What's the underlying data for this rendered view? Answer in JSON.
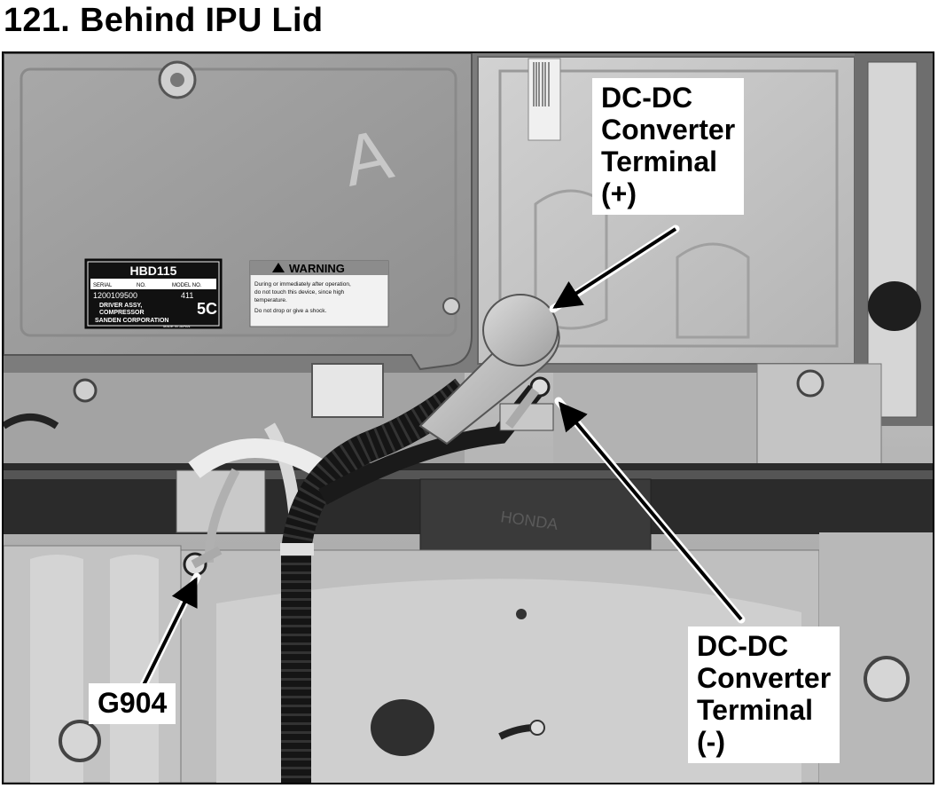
{
  "title": "121. Behind IPU Lid",
  "callouts": {
    "positive": [
      "DC-DC",
      "Converter",
      "Terminal",
      "(+)"
    ],
    "negative": [
      "DC-DC",
      "Converter",
      "Terminal",
      "(-)"
    ],
    "ground": [
      "G904"
    ]
  },
  "labels": {
    "hbd": {
      "model": "HBD115",
      "serial_caption": "SERIAL",
      "no_caption": "NO.",
      "model_caption": "MODEL NO.",
      "serial": "1200109500",
      "model_no": "411",
      "line1": "DRIVER ASSY,",
      "line2": "COMPRESSOR",
      "code": "5C",
      "maker": "SANDEN    CORPORATION",
      "origin": "MADE IN JAPAN"
    },
    "warning": {
      "heading": "WARNING",
      "line1": "During or immediately after operation,",
      "line2": "do not touch this device, since high",
      "line3": "temperature.",
      "line4": "Do not drop or give a shock."
    }
  },
  "colors": {
    "ink": "#000000",
    "background": "#ffffff"
  }
}
